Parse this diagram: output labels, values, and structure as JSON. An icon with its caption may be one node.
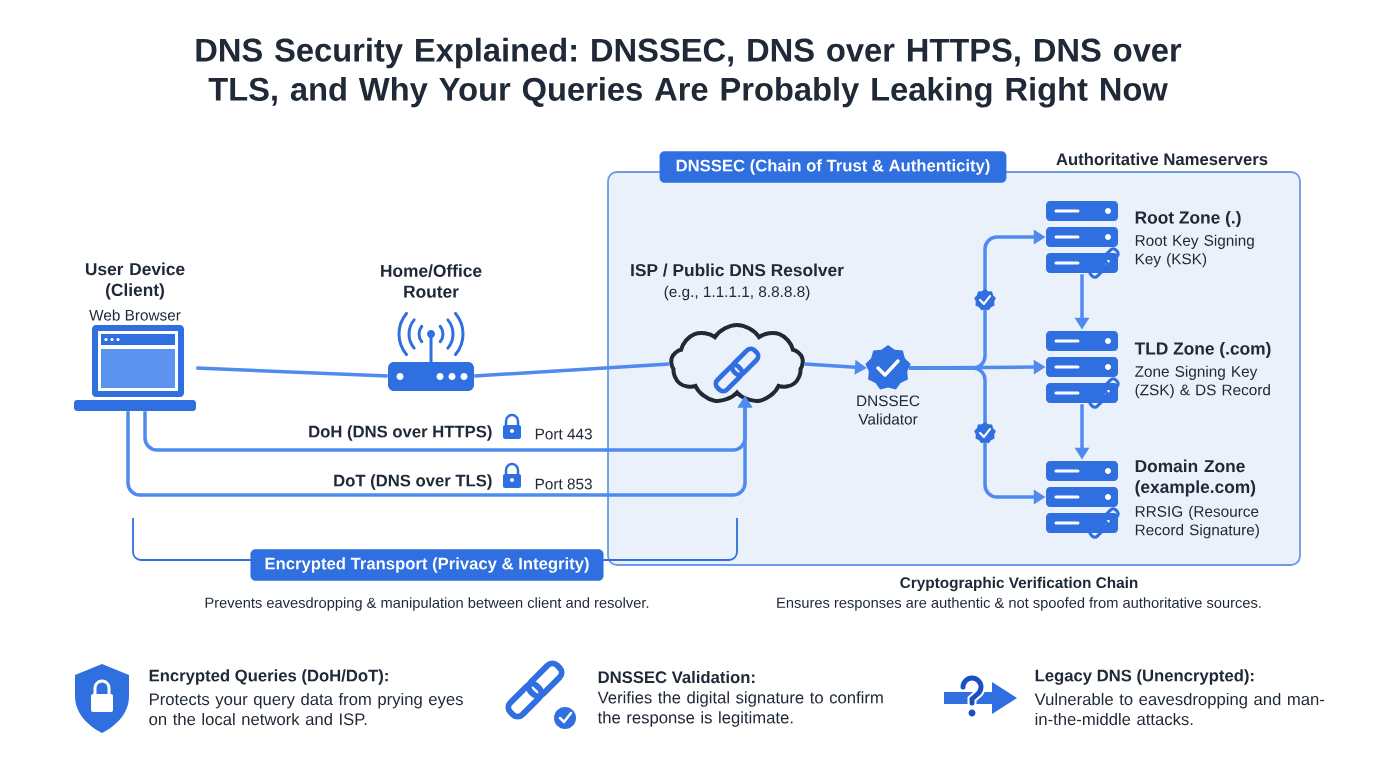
{
  "diagram": {
    "title": "DNS Security Explained: DNSSEC, DNS over HTTPS, DNS over TLS, and Why Your Queries Are Probably Leaking Right Now",
    "nodes": [
      {
        "text": [
          "DNSSEC (Chain of Trust & Authenticity)"
        ]
      },
      {
        "text": [
          "User Device (Client)",
          "Web Browser"
        ]
      },
      {
        "text": [
          "Home/Office Router"
        ]
      },
      {
        "text": [
          "ISP / Public DNS Resolver",
          "(e.g., 1.1.1.1, 8.8.8.8)"
        ],
        "in": 0
      },
      {
        "text": [
          "DNSSEC Validator"
        ],
        "in": 0
      },
      {
        "text": [
          "Root Zone (.)",
          "Root Key Signing Key (KSK)"
        ],
        "in": 0
      },
      {
        "text": [
          "TLD Zone (.com)",
          "Zone Signing Key (ZSK) & DS Record"
        ],
        "in": 0
      },
      {
        "text": [
          "Domain Zone (example.com)",
          "RRSIG (Resource Record Signature)"
        ],
        "in": 0
      }
    ],
    "edges": [
      {
        "from": 1,
        "to": 2,
        "arrow": "none"
      },
      {
        "from": 2,
        "to": 3,
        "arrow": "none"
      },
      {
        "from": 1,
        "to": 3,
        "arrow": "to",
        "label": "DoH (DNS over HTTPS)"
      },
      {
        "from": 1,
        "to": 3,
        "arrow": "to",
        "label": "DoT (DNS over TLS)"
      },
      {
        "from": 3,
        "to": 4,
        "arrow": "to"
      },
      {
        "from": 4,
        "to": 5,
        "arrow": "to"
      },
      {
        "from": 4,
        "to": 6,
        "arrow": "to"
      },
      {
        "from": 4,
        "to": 7,
        "arrow": "to"
      },
      {
        "from": 5,
        "to": 6,
        "arrow": "to"
      },
      {
        "from": 6,
        "to": 7,
        "arrow": "to"
      }
    ],
    "labels": [
      "Authoritative Nameservers",
      "Port 443",
      "Port 853",
      "Encrypted Transport (Privacy & Integrity)",
      "Prevents eavesdropping & manipulation between client and resolver.",
      "Cryptographic Verification Chain",
      "Ensures responses are authentic & not spoofed from authoritative sources.",
      "Encrypted Queries (DoH/DoT):",
      "Protects your query data from prying eyes on the local network and ISP.",
      "DNSSEC Validation:",
      "Verifies the digital signature to confirm the response is legitimate.",
      "Legacy DNS (Unencrypted):",
      "Vulnerable to eavesdropping and man-in-the-middle attacks."
    ]
  }
}
